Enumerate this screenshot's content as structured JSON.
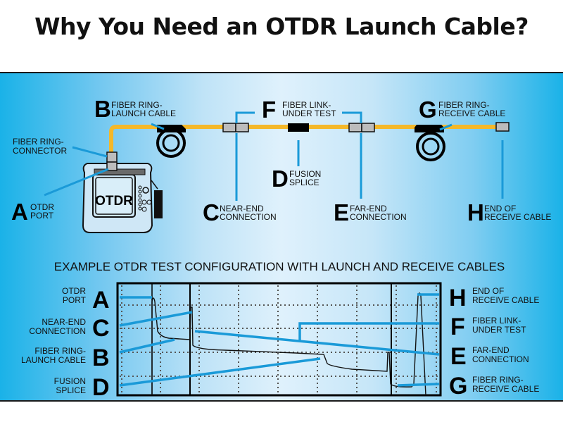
{
  "title": "Why You Need an OTDR Launch Cable?",
  "colors": {
    "fiber": "#f4b82a",
    "callout": "#1a9ad8",
    "panel_edge": "#1ab2e8",
    "panel_center": "#dff1fc",
    "connector": "#bcbcbc",
    "ink": "#000000"
  },
  "device": {
    "screen_label": "OTDR"
  },
  "top_labels": {
    "A": {
      "letter": "A",
      "line1": "OTDR",
      "line2": "PORT"
    },
    "B": {
      "letter": "B",
      "line1": "FIBER RING-",
      "line2": "LAUNCH CABLE"
    },
    "C": {
      "letter": "C",
      "line1": "NEAR-END",
      "line2": "CONNECTION"
    },
    "D": {
      "letter": "D",
      "line1": "FUSION",
      "line2": "SPLICE"
    },
    "E": {
      "letter": "E",
      "line1": "FAR-END",
      "line2": "CONNECTION"
    },
    "F": {
      "letter": "F",
      "line1": "FIBER LINK-",
      "line2": "UNDER TEST"
    },
    "G": {
      "letter": "G",
      "line1": "FIBER RING-",
      "line2": "RECEIVE CABLE"
    },
    "H": {
      "letter": "H",
      "line1": "END OF",
      "line2": "RECEIVE CABLE"
    },
    "connector": {
      "line1": "FIBER RING-",
      "line2": "CONNECTOR"
    }
  },
  "trace_section": {
    "subtitle": "EXAMPLE OTDR TEST CONFIGURATION WITH LAUNCH AND RECEIVE CABLES",
    "left_legend": [
      {
        "letter": "A",
        "line1": "OTDR",
        "line2": "PORT"
      },
      {
        "letter": "C",
        "line1": "NEAR-END",
        "line2": "CONNECTION"
      },
      {
        "letter": "B",
        "line1": "FIBER RING-",
        "line2": "LAUNCH CABLE"
      },
      {
        "letter": "D",
        "line1": "FUSION",
        "line2": "SPLICE"
      }
    ],
    "right_legend": [
      {
        "letter": "H",
        "line1": "END OF",
        "line2": "RECEIVE CABLE"
      },
      {
        "letter": "F",
        "line1": "FIBER LINK-",
        "line2": "UNDER TEST"
      },
      {
        "letter": "E",
        "line1": "FAR-END",
        "line2": "CONNECTION"
      },
      {
        "letter": "G",
        "line1": "FIBER RING-",
        "line2": "RECEIVE CABLE"
      }
    ]
  }
}
